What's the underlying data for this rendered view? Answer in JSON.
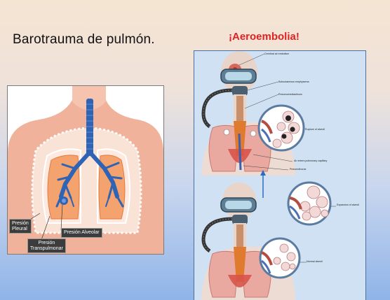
{
  "slide": {
    "title": "Barotrauma de pulmón.",
    "subtitle": "¡Aeroembolia!",
    "accent_color": "#e02222"
  },
  "left_diagram": {
    "labels": {
      "pleural_pressure_line1": "Presión",
      "pleural_pressure_line2": "Pleural",
      "alveolar_pressure": "Presión Alveolar",
      "transpulmonary_line1": "Presión",
      "transpulmonary_line2": "Transpulmonar"
    }
  },
  "right_diagram": {
    "labels": {
      "cerebral": "Cerebral air embolism",
      "subcutaneous": "Subcutaneous emphysema",
      "pneumomediastinum": "Pneumomediastinum",
      "rupture": "Rupture of alveoli",
      "air_enters": "Air enters pulmonary capillary",
      "pneumothorax": "Pneumothorax",
      "expansion": "Expansion of alveoli",
      "normal": "Normal alveoli"
    }
  }
}
